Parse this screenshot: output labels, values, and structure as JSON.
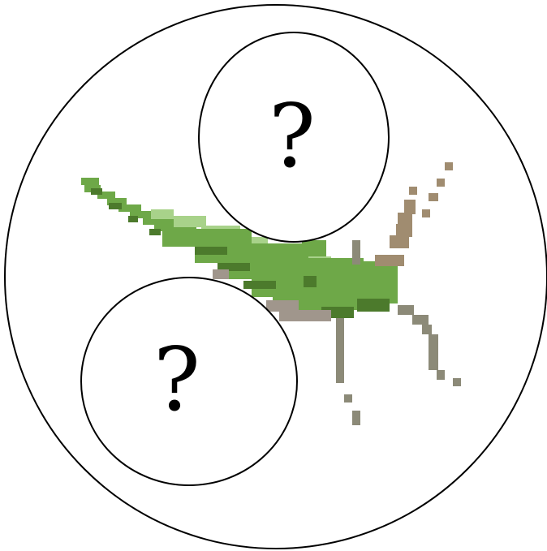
{
  "circles": [
    {
      "role": "outer"
    },
    {
      "role": "top-hidden",
      "label": "?"
    },
    {
      "role": "bottom-hidden",
      "label": "?"
    }
  ],
  "insect": {
    "icon": "grasshopper-icon"
  },
  "colors": {
    "stroke": "#000000",
    "background": "#ffffff",
    "green_dark": "#4c7a2c",
    "green_mid": "#6ea848",
    "green_light": "#a8d28a",
    "leg_grey": "#8c8a78",
    "leg_tan": "#a08c70"
  }
}
